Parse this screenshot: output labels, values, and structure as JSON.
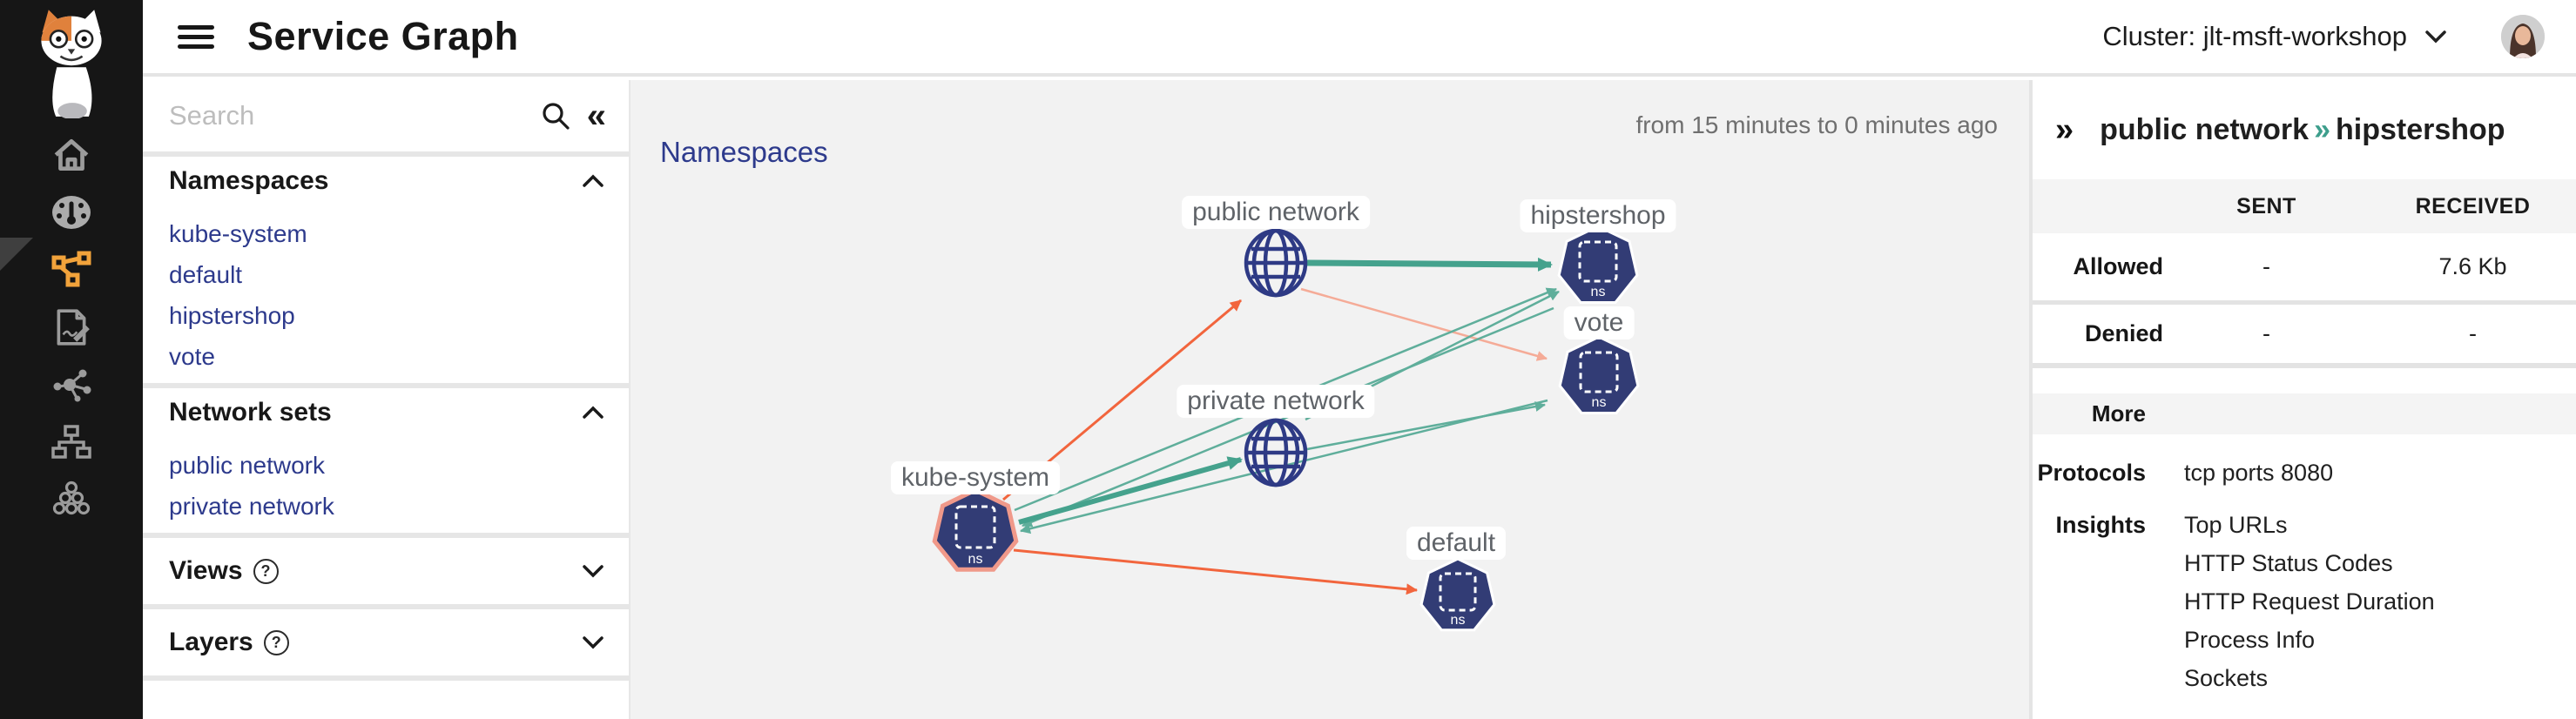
{
  "header": {
    "title": "Service Graph",
    "cluster_label": "Cluster: jlt-msft-workshop"
  },
  "rail": {
    "items": [
      {
        "name": "home"
      },
      {
        "name": "dashboard"
      },
      {
        "name": "service-graph",
        "active": true
      },
      {
        "name": "policies"
      },
      {
        "name": "flow-visualizations"
      },
      {
        "name": "hierarchy"
      },
      {
        "name": "clusters"
      }
    ]
  },
  "sidebar": {
    "search_placeholder": "Search",
    "namespaces": {
      "title": "Namespaces",
      "items": [
        "kube-system",
        "default",
        "hipstershop",
        "vote"
      ]
    },
    "network_sets": {
      "title": "Network sets",
      "items": [
        "public network",
        "private network"
      ]
    },
    "views": {
      "title": "Views"
    },
    "layers": {
      "title": "Layers"
    }
  },
  "graph": {
    "title": "Namespaces",
    "time_range": "from 15 minutes to 0 minutes ago",
    "ns_badge": "ns",
    "nodes": [
      {
        "id": "public-network",
        "label": "public network",
        "type": "network"
      },
      {
        "id": "hipstershop",
        "label": "hipstershop",
        "type": "namespace"
      },
      {
        "id": "vote",
        "label": "vote",
        "type": "namespace"
      },
      {
        "id": "private-network",
        "label": "private network",
        "type": "network"
      },
      {
        "id": "kube-system",
        "label": "kube-system",
        "type": "namespace",
        "highlighted": true
      },
      {
        "id": "default",
        "label": "default",
        "type": "namespace"
      }
    ],
    "edges": [
      {
        "from": "public-network",
        "to": "hipstershop",
        "style": "selected-thick",
        "color": "#45a28d"
      },
      {
        "from": "kube-system",
        "to": "private-network",
        "style": "thick",
        "color": "#45a28d"
      },
      {
        "from": "private-network",
        "to": "hipstershop",
        "style": "thin",
        "color": "#5fae9b"
      },
      {
        "from": "kube-system",
        "to": "hipstershop",
        "style": "thin",
        "color": "#5fae9b"
      },
      {
        "from": "hipstershop",
        "to": "kube-system",
        "style": "thin",
        "color": "#5fae9b"
      },
      {
        "from": "vote",
        "to": "kube-system",
        "style": "thin",
        "color": "#5fae9b"
      },
      {
        "from": "private-network",
        "to": "vote",
        "style": "thin",
        "color": "#5fae9b"
      },
      {
        "from": "kube-system",
        "to": "public-network",
        "style": "alert",
        "color": "#f2653d"
      },
      {
        "from": "kube-system",
        "to": "default",
        "style": "alert",
        "color": "#f2653d"
      },
      {
        "from": "public-network",
        "to": "vote",
        "style": "alert-light",
        "color": "#f5ab97"
      }
    ]
  },
  "details_panel": {
    "expand_icon": "»",
    "breadcrumb": {
      "source": "public network",
      "separator": "»",
      "target": "hipstershop"
    },
    "traffic_table": {
      "columns": [
        "SENT",
        "RECEIVED"
      ],
      "rows": [
        {
          "label": "Allowed",
          "sent": "-",
          "received": "7.6 Kb"
        },
        {
          "label": "Denied",
          "sent": "-",
          "received": "-"
        }
      ]
    },
    "more_section": {
      "title": "More",
      "protocols_label": "Protocols",
      "protocols_value": "tcp ports 8080",
      "insights_label": "Insights",
      "insights": [
        "Top URLs",
        "HTTP Status Codes",
        "HTTP Request Duration",
        "Process Info",
        "Sockets"
      ]
    }
  },
  "icons": {
    "sidebar_collapse": "«",
    "help_glyph": "?"
  },
  "colors": {
    "accent_orange": "#f2a33b",
    "edge_allowed": "#45a28d",
    "edge_allowed_thin": "#5fae9b",
    "edge_alert": "#f2653d",
    "edge_alert_light": "#f5ab97",
    "node_fill": "#323c75",
    "link_navy": "#2d3a8c",
    "graph_bg": "#f2f2f2",
    "highlight_border": "#f0998a"
  }
}
